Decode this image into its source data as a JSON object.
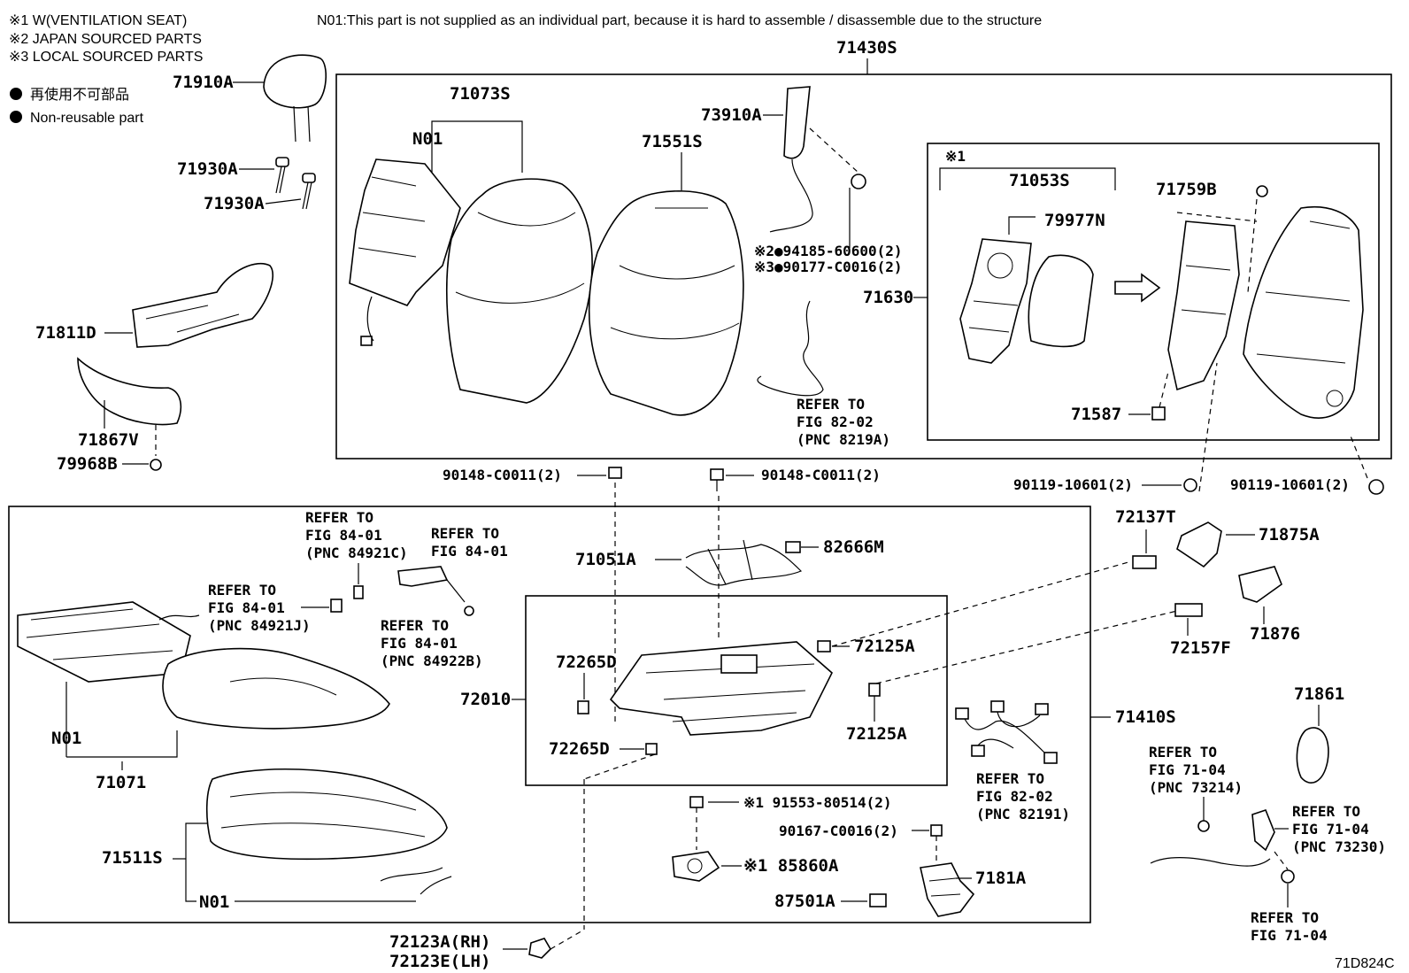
{
  "legend": {
    "mark1": "※1 W(VENTILATION SEAT)",
    "mark2": "※2 JAPAN SOURCED PARTS",
    "mark3": "※3 LOCAL SOURCED PARTS",
    "non_reusable_jp": "再使用不可部品",
    "non_reusable_en": "Non-reusable part"
  },
  "note_n01": "N01:This part is not supplied as an individual part, because it is hard to assemble / disassemble due to the structure",
  "figure_code": "71D824C",
  "labels": {
    "p71430S": "71430S",
    "p71910A": "71910A",
    "p71930A_1": "71930A",
    "p71930A_2": "71930A",
    "p71811D": "71811D",
    "p71867V": "71867V",
    "p79968B": "79968B",
    "p71073S": "71073S",
    "n01_top": "N01",
    "p71551S": "71551S",
    "p73910A": "73910A",
    "mark1_top": "※1",
    "p71053S": "71053S",
    "p79977N": "79977N",
    "p71759B": "71759B",
    "p94185": "※2●94185-60600(2)",
    "p90177": "※3●90177-C0016(2)",
    "p71630": "71630",
    "p71587": "71587",
    "ref_82_02_a_1": "REFER TO",
    "ref_82_02_a_2": "FIG 82-02",
    "ref_82_02_a_3": "(PNC 8219A)",
    "p90148_1": "90148-C0011(2)",
    "p90148_2": "90148-C0011(2)",
    "p90119_1": "90119-10601(2)",
    "p90119_2": "90119-10601(2)",
    "ref_84921C_1": "REFER TO",
    "ref_84921C_2": "FIG 84-01",
    "ref_84921C_3": "(PNC 84921C)",
    "ref_84_01_1": "REFER TO",
    "ref_84_01_2": "FIG 84-01",
    "ref_84921J_1": "REFER TO",
    "ref_84921J_2": "FIG 84-01",
    "ref_84921J_3": "(PNC 84921J)",
    "ref_84922B_1": "REFER TO",
    "ref_84922B_2": "FIG 84-01",
    "ref_84922B_3": "(PNC 84922B)",
    "p71051A": "71051A",
    "p82666M": "82666M",
    "p72137T": "72137T",
    "p71875A": "71875A",
    "p71876": "71876",
    "p72157F": "72157F",
    "p72265D_1": "72265D",
    "p72265D_2": "72265D",
    "p72010": "72010",
    "p72125A_1": "72125A",
    "p72125A_2": "72125A",
    "p71410S": "71410S",
    "n01_mid": "N01",
    "p71071": "71071",
    "p71511S": "71511S",
    "n01_bot": "N01",
    "p91553": "※1 91553-80514(2)",
    "p90167": "90167-C0016(2)",
    "p85860A": "※1 85860A",
    "p7181A": "7181A",
    "p87501A": "87501A",
    "ref_82191_1": "REFER TO",
    "ref_82191_2": "FIG 82-02",
    "ref_82191_3": "(PNC 82191)",
    "p71861": "71861",
    "ref_73214_1": "REFER TO",
    "ref_73214_2": "FIG 71-04",
    "ref_73214_3": "(PNC 73214)",
    "ref_73230_1": "REFER TO",
    "ref_73230_2": "FIG 71-04",
    "ref_73230_3": "(PNC 73230)",
    "ref_71_04_1": "REFER TO",
    "ref_71_04_2": "FIG 71-04",
    "p72123A": "72123A(RH)",
    "p72123E": "72123E(LH)"
  }
}
